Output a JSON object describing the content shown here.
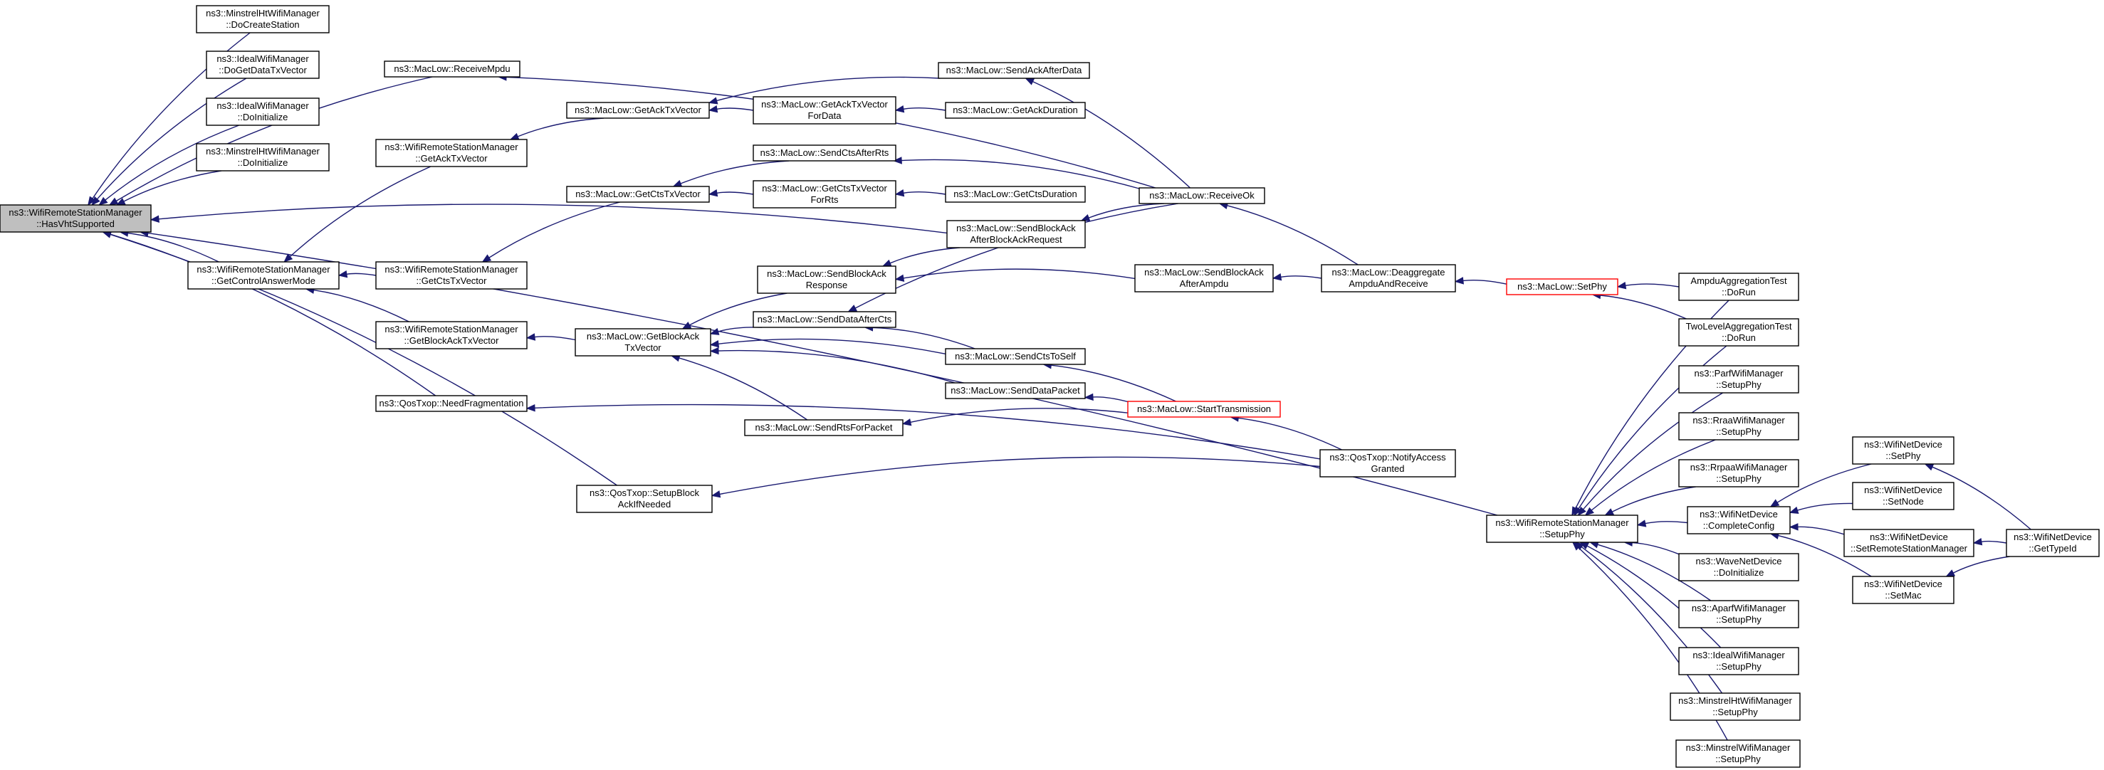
{
  "graph": {
    "nodes": [
      {
        "id": "root",
        "lines": [
          "ns3::WifiRemoteStationManager",
          "::HasVhtSupported"
        ],
        "style": "root"
      },
      {
        "id": "minstrelht_create",
        "lines": [
          "ns3::MinstrelHtWifiManager",
          "::DoCreateStation"
        ]
      },
      {
        "id": "ideal_getdatatx",
        "lines": [
          "ns3::IdealWifiManager",
          "::DoGetDataTxVector"
        ]
      },
      {
        "id": "ideal_doinit",
        "lines": [
          "ns3::IdealWifiManager",
          "::DoInitialize"
        ]
      },
      {
        "id": "minstrelht_doinit",
        "lines": [
          "ns3::MinstrelHtWifiManager",
          "::DoInitialize"
        ]
      },
      {
        "id": "getcontrolanswermode",
        "lines": [
          "ns3::WifiRemoteStationManager",
          "::GetControlAnswerMode"
        ]
      },
      {
        "id": "receivempdu",
        "lines": [
          "ns3::MacLow::ReceiveMpdu"
        ]
      },
      {
        "id": "wrsm_getacktx",
        "lines": [
          "ns3::WifiRemoteStationManager",
          "::GetAckTxVector"
        ]
      },
      {
        "id": "wrsm_getctstx",
        "lines": [
          "ns3::WifiRemoteStationManager",
          "::GetCtsTxVector"
        ]
      },
      {
        "id": "wrsm_getblockacktx",
        "lines": [
          "ns3::WifiRemoteStationManager",
          "::GetBlockAckTxVector"
        ]
      },
      {
        "id": "needfrag",
        "lines": [
          "ns3::QosTxop::NeedFragmentation"
        ]
      },
      {
        "id": "setupblockack",
        "lines": [
          "ns3::QosTxop::SetupBlock",
          "AckIfNeeded"
        ]
      },
      {
        "id": "ml_getacktx",
        "lines": [
          "ns3::MacLow::GetAckTxVector"
        ]
      },
      {
        "id": "ml_getctstx",
        "lines": [
          "ns3::MacLow::GetCtsTxVector"
        ]
      },
      {
        "id": "ml_getblockacktx",
        "lines": [
          "ns3::MacLow::GetBlockAck",
          "TxVector"
        ]
      },
      {
        "id": "ml_getacktxfordata",
        "lines": [
          "ns3::MacLow::GetAckTxVector",
          "ForData"
        ]
      },
      {
        "id": "ml_sendctsafterrts",
        "lines": [
          "ns3::MacLow::SendCtsAfterRts"
        ]
      },
      {
        "id": "ml_getctstxforrts",
        "lines": [
          "ns3::MacLow::GetCtsTxVector",
          "ForRts"
        ]
      },
      {
        "id": "ml_sendblockackresp",
        "lines": [
          "ns3::MacLow::SendBlockAck",
          "Response"
        ]
      },
      {
        "id": "ml_senddataaftercts",
        "lines": [
          "ns3::MacLow::SendDataAfterCts"
        ]
      },
      {
        "id": "ml_sendrtsforpacket",
        "lines": [
          "ns3::MacLow::SendRtsForPacket"
        ]
      },
      {
        "id": "ml_sendackafterdata",
        "lines": [
          "ns3::MacLow::SendAckAfterData"
        ]
      },
      {
        "id": "ml_getackduration",
        "lines": [
          "ns3::MacLow::GetAckDuration"
        ]
      },
      {
        "id": "ml_getctsduration",
        "lines": [
          "ns3::MacLow::GetCtsDuration"
        ]
      },
      {
        "id": "ml_sendblockackafterreq",
        "lines": [
          "ns3::MacLow::SendBlockAck",
          "AfterBlockAckRequest"
        ]
      },
      {
        "id": "ml_sendctstoself",
        "lines": [
          "ns3::MacLow::SendCtsToSelf"
        ]
      },
      {
        "id": "ml_senddatapacket",
        "lines": [
          "ns3::MacLow::SendDataPacket"
        ]
      },
      {
        "id": "ml_receiveok",
        "lines": [
          "ns3::MacLow::ReceiveOk"
        ]
      },
      {
        "id": "ml_sendblockackafterampdu",
        "lines": [
          "ns3::MacLow::SendBlockAck",
          "AfterAmpdu"
        ]
      },
      {
        "id": "ml_starttransmission",
        "lines": [
          "ns3::MacLow::StartTransmission"
        ],
        "style": "red"
      },
      {
        "id": "ml_deaggregate",
        "lines": [
          "ns3::MacLow::Deaggregate",
          "AmpduAndReceive"
        ]
      },
      {
        "id": "qostxop_notifyaccess",
        "lines": [
          "ns3::QosTxop::NotifyAccess",
          "Granted"
        ]
      },
      {
        "id": "ml_setphy",
        "lines": [
          "ns3::MacLow::SetPhy"
        ],
        "style": "red"
      },
      {
        "id": "wrsm_setupphy",
        "lines": [
          "ns3::WifiRemoteStationManager",
          "::SetupPhy"
        ]
      },
      {
        "id": "ampduaggtest_dorun",
        "lines": [
          "AmpduAggregationTest",
          "::DoRun"
        ]
      },
      {
        "id": "twolevelaggtest_dorun",
        "lines": [
          "TwoLevelAggregationTest",
          "::DoRun"
        ]
      },
      {
        "id": "parf_setupphy",
        "lines": [
          "ns3::ParfWifiManager",
          "::SetupPhy"
        ]
      },
      {
        "id": "rraa_setupphy",
        "lines": [
          "ns3::RraaWifiManager",
          "::SetupPhy"
        ]
      },
      {
        "id": "rrpaa_setupphy",
        "lines": [
          "ns3::RrpaaWifiManager",
          "::SetupPhy"
        ]
      },
      {
        "id": "wnd_completeconfig",
        "lines": [
          "ns3::WifiNetDevice",
          "::CompleteConfig"
        ]
      },
      {
        "id": "wavend_doinit",
        "lines": [
          "ns3::WaveNetDevice",
          "::DoInitialize"
        ]
      },
      {
        "id": "aparf_setupphy",
        "lines": [
          "ns3::AparfWifiManager",
          "::SetupPhy"
        ]
      },
      {
        "id": "ideal_setupphy",
        "lines": [
          "ns3::IdealWifiManager",
          "::SetupPhy"
        ]
      },
      {
        "id": "minstrelht_setupphy",
        "lines": [
          "ns3::MinstrelHtWifiManager",
          "::SetupPhy"
        ]
      },
      {
        "id": "minstrel_setupphy",
        "lines": [
          "ns3::MinstrelWifiManager",
          "::SetupPhy"
        ]
      },
      {
        "id": "wnd_setphy",
        "lines": [
          "ns3::WifiNetDevice",
          "::SetPhy"
        ]
      },
      {
        "id": "wnd_setnode",
        "lines": [
          "ns3::WifiNetDevice",
          "::SetNode"
        ]
      },
      {
        "id": "wnd_setrsm",
        "lines": [
          "ns3::WifiNetDevice",
          "::SetRemoteStationManager"
        ]
      },
      {
        "id": "wnd_setmac",
        "lines": [
          "ns3::WifiNetDevice",
          "::SetMac"
        ]
      },
      {
        "id": "wnd_gettypeid",
        "lines": [
          "ns3::WifiNetDevice",
          "::GetTypeId"
        ]
      }
    ],
    "edges": [
      [
        "minstrelht_create",
        "root"
      ],
      [
        "ideal_getdatatx",
        "root"
      ],
      [
        "ideal_doinit",
        "root"
      ],
      [
        "minstrelht_doinit",
        "root"
      ],
      [
        "receivempdu",
        "root"
      ],
      [
        "getcontrolanswermode",
        "root"
      ],
      [
        "ml_sendblockackafterreq",
        "root"
      ],
      [
        "needfrag",
        "root"
      ],
      [
        "setupblockack",
        "root"
      ],
      [
        "wrsm_setupphy",
        "root"
      ],
      [
        "wrsm_getacktx",
        "getcontrolanswermode"
      ],
      [
        "wrsm_getctstx",
        "getcontrolanswermode"
      ],
      [
        "wrsm_getblockacktx",
        "getcontrolanswermode"
      ],
      [
        "ml_getacktx",
        "wrsm_getacktx"
      ],
      [
        "ml_getctstx",
        "wrsm_getctstx"
      ],
      [
        "ml_getblockacktx",
        "wrsm_getblockacktx"
      ],
      [
        "ml_receiveok",
        "receivempdu"
      ],
      [
        "ml_getacktxfordata",
        "ml_getacktx"
      ],
      [
        "ml_sendackafterdata",
        "ml_getacktx"
      ],
      [
        "ml_getackduration",
        "ml_getacktxfordata"
      ],
      [
        "ml_sendctsafterrts",
        "ml_getctstx"
      ],
      [
        "ml_getctstxforrts",
        "ml_getctstx"
      ],
      [
        "ml_getctsduration",
        "ml_getctstxforrts"
      ],
      [
        "ml_receiveok",
        "ml_sendctsafterrts"
      ],
      [
        "ml_sendblockackresp",
        "ml_getblockacktx"
      ],
      [
        "ml_senddataaftercts",
        "ml_getblockacktx"
      ],
      [
        "ml_sendctstoself",
        "ml_getblockacktx"
      ],
      [
        "ml_senddatapacket",
        "ml_getblockacktx"
      ],
      [
        "ml_sendrtsforpacket",
        "ml_getblockacktx"
      ],
      [
        "ml_sendblockackafterreq",
        "ml_sendblockackresp"
      ],
      [
        "ml_sendblockackafterampdu",
        "ml_sendblockackresp"
      ],
      [
        "ml_receiveok",
        "ml_senddataaftercts"
      ],
      [
        "ml_sendctstoself",
        "ml_senddataaftercts"
      ],
      [
        "ml_starttransmission",
        "ml_sendctstoself"
      ],
      [
        "ml_starttransmission",
        "ml_senddatapacket"
      ],
      [
        "ml_starttransmission",
        "ml_sendrtsforpacket"
      ],
      [
        "ml_receiveok",
        "ml_sendackafterdata"
      ],
      [
        "ml_receiveok",
        "ml_sendblockackafterreq"
      ],
      [
        "ml_deaggregate",
        "ml_receiveok"
      ],
      [
        "ml_deaggregate",
        "ml_sendblockackafterampdu"
      ],
      [
        "ml_setphy",
        "ml_deaggregate"
      ],
      [
        "qostxop_notifyaccess",
        "ml_starttransmission"
      ],
      [
        "qostxop_notifyaccess",
        "needfrag"
      ],
      [
        "qostxop_notifyaccess",
        "setupblockack"
      ],
      [
        "ampduaggtest_dorun",
        "ml_setphy"
      ],
      [
        "twolevelaggtest_dorun",
        "ml_setphy"
      ],
      [
        "ampduaggtest_dorun",
        "wrsm_setupphy"
      ],
      [
        "twolevelaggtest_dorun",
        "wrsm_setupphy"
      ],
      [
        "parf_setupphy",
        "wrsm_setupphy"
      ],
      [
        "rraa_setupphy",
        "wrsm_setupphy"
      ],
      [
        "rrpaa_setupphy",
        "wrsm_setupphy"
      ],
      [
        "wnd_completeconfig",
        "wrsm_setupphy"
      ],
      [
        "wavend_doinit",
        "wrsm_setupphy"
      ],
      [
        "aparf_setupphy",
        "wrsm_setupphy"
      ],
      [
        "ideal_setupphy",
        "wrsm_setupphy"
      ],
      [
        "minstrelht_setupphy",
        "wrsm_setupphy"
      ],
      [
        "minstrel_setupphy",
        "wrsm_setupphy"
      ],
      [
        "wnd_setphy",
        "wnd_completeconfig"
      ],
      [
        "wnd_setnode",
        "wnd_completeconfig"
      ],
      [
        "wnd_setrsm",
        "wnd_completeconfig"
      ],
      [
        "wnd_setmac",
        "wnd_completeconfig"
      ],
      [
        "wnd_gettypeid",
        "wnd_setphy"
      ],
      [
        "wnd_gettypeid",
        "wnd_setrsm"
      ],
      [
        "wnd_gettypeid",
        "wnd_setmac"
      ]
    ]
  }
}
